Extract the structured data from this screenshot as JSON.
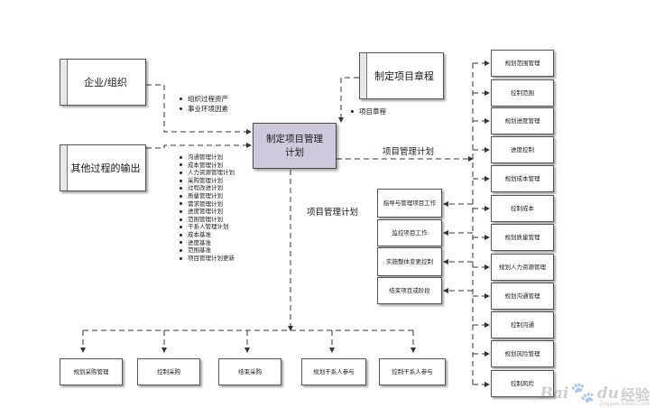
{
  "inputs": {
    "enterprise": "企业/组织",
    "other_outputs": "其他过程的输出",
    "charter": "制定项目章程"
  },
  "center": {
    "title": "制定项目管理计划"
  },
  "input_bullets": [
    "组织过程资产",
    "事业环境因素"
  ],
  "charter_bullet": "项目章程",
  "plan_bullets": [
    "沟通管理计划",
    "成本管理计划",
    "人力资源管理计划",
    "采购管理计划",
    "过程改进计划",
    "质量管理计划",
    "需求管理计划",
    "进度管理计划",
    "范围管理计划",
    "干系人管理计划",
    "成本基准",
    "进度基准",
    "范围基准",
    "项目管理计划更新"
  ],
  "flow_labels": {
    "right": "项目管理计划",
    "down": "项目管理计划"
  },
  "right_column": [
    "规划范围管理",
    "控制范围",
    "规划进度管理",
    "进度控制",
    "规划成本管理",
    "控制成本",
    "规划质量管理",
    "规划人力资源管理",
    "规划沟通管理",
    "控制沟通",
    "规划风险管理",
    "控制风险"
  ],
  "middle_column": [
    "指导与管理项目工作",
    "监控项目工作",
    "实施整体变更控制",
    "结束项目或阶段"
  ],
  "bottom_row": [
    "规划采购管理",
    "控制采购",
    "结束采购",
    "规划干系人参与",
    "控制干系人参与"
  ],
  "watermark": {
    "brand": "Bai",
    "brand2": "du",
    "cn": "经验",
    "url": "jingyan.baidu.com"
  }
}
